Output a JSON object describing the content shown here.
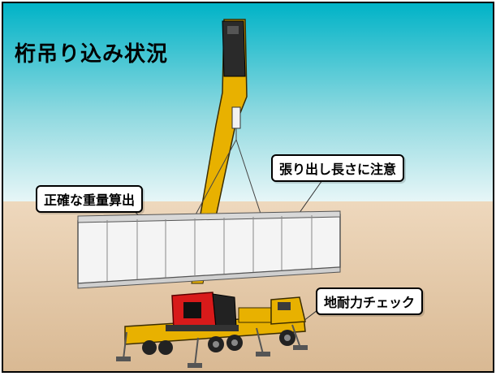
{
  "title": "桁吊り込み状況",
  "callouts": {
    "calculation": "正確な重量算出",
    "overhang": "張り出し長さに注意",
    "ground": "地耐力チェック"
  },
  "colors": {
    "sky_top": "#00b3c7",
    "sky_bottom": "#eaf7f8",
    "ground": "#e4c9a6",
    "boom": "#e8b100",
    "cab": "#d81a1a",
    "girder": "#f2f2f2"
  },
  "icons": [
    "crane-boom",
    "steel-girder",
    "mobile-crane-truck",
    "outrigger"
  ]
}
